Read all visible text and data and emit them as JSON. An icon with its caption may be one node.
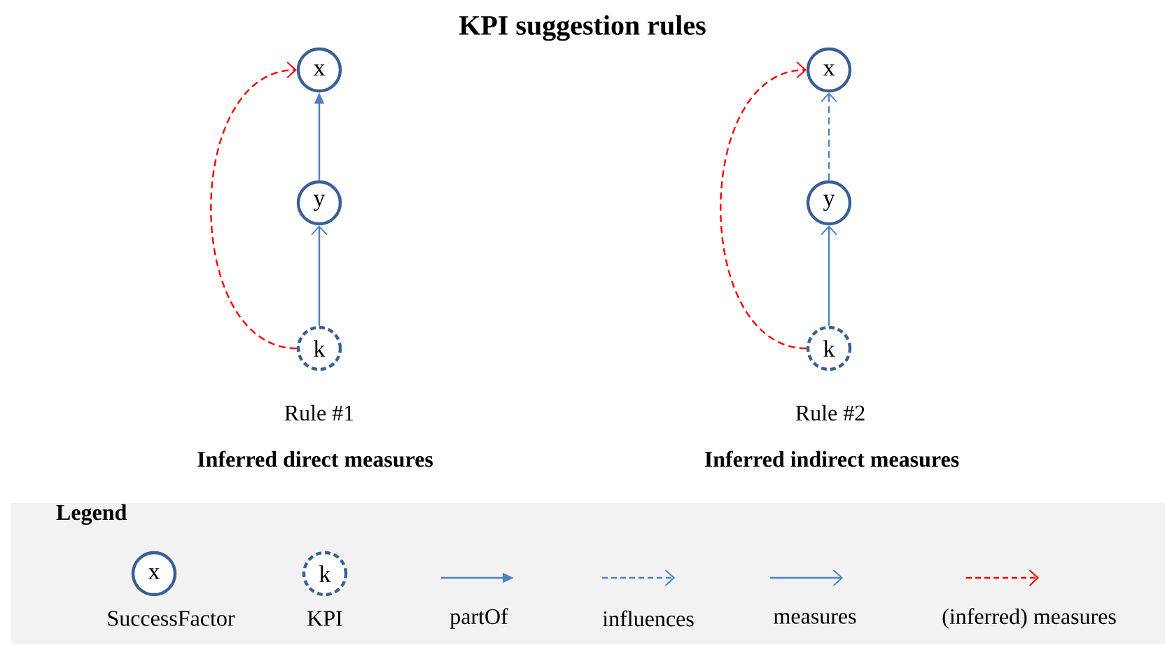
{
  "diagram": {
    "title": "KPI suggestion rules",
    "nodes": [
      {
        "text": [
          "x"
        ]
      },
      {
        "text": [
          "y"
        ]
      },
      {
        "text": [
          "k"
        ]
      },
      {
        "text": [
          "x"
        ]
      },
      {
        "text": [
          "y"
        ]
      },
      {
        "text": [
          "k"
        ]
      },
      {
        "text": [
          "Legend"
        ]
      },
      {
        "text": [
          "x"
        ],
        "in": 6
      },
      {
        "text": [
          "k"
        ],
        "in": 6
      }
    ],
    "edges": [
      {
        "from": 1,
        "to": 0,
        "arrow": "to"
      },
      {
        "from": 2,
        "to": 1,
        "arrow": "to"
      },
      {
        "from": 2,
        "to": 0,
        "arrow": "to",
        "style": "dashed",
        "color": "#ff0000"
      },
      {
        "from": 4,
        "to": 3,
        "arrow": "to",
        "style": "dashed"
      },
      {
        "from": 5,
        "to": 4,
        "arrow": "to"
      },
      {
        "from": 5,
        "to": 3,
        "arrow": "to",
        "style": "dashed",
        "color": "#ff0000"
      }
    ],
    "labels": [
      "Rule #1",
      "Inferred direct measures",
      "Rule #2",
      "Inferred indirect measures"
    ],
    "legend": [
      {
        "text": "SuccessFactor"
      },
      {
        "text": "KPI"
      },
      {
        "text": "partOf"
      },
      {
        "text": "influences"
      },
      {
        "text": "measures"
      },
      {
        "text": "(inferred) measures"
      }
    ]
  }
}
